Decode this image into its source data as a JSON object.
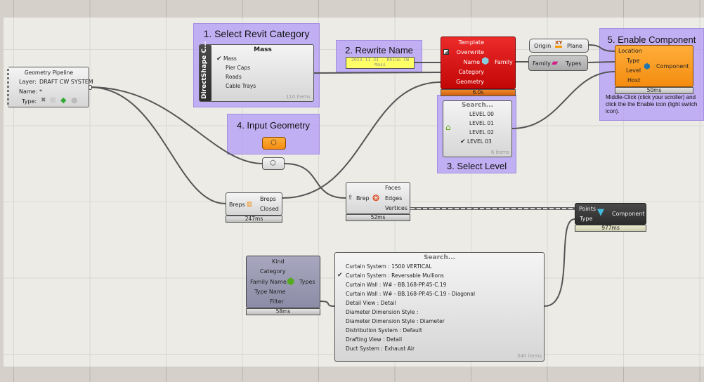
{
  "colors": {
    "canvas": "#ecebe6",
    "group": "#b89cf5",
    "red_component": "#d41010",
    "orange_component": "#f7981c",
    "panel_yellow": "#ffff66"
  },
  "pipeline": {
    "title": "Geometry Pipeline",
    "layer_label": "Layer:",
    "layer_value": "DRAFT CW SYSTEM",
    "name_label": "Name:",
    "name_value": "*",
    "type_label": "Type:"
  },
  "group1": {
    "title": "1. Select Revit Category",
    "side_label": "DirectShape C...",
    "header": "Mass",
    "items": [
      "Mass",
      "Pier Caps",
      "Roads",
      "Cable Trays"
    ],
    "selected": "Mass",
    "count": "110 items"
  },
  "group2": {
    "title": "2. Rewrite Name",
    "panel_text": "2023-11-31 - Rhino CW Mass"
  },
  "family_node": {
    "inputs": [
      "Template",
      "Overwrite",
      "Name",
      "Category",
      "Geometry"
    ],
    "output": "Family",
    "timer": "6.0s"
  },
  "plane_node": {
    "input": "Origin",
    "icon": "XY",
    "output": "Plane"
  },
  "types_node": {
    "input": "Family",
    "output": "Types"
  },
  "group5": {
    "title": "5. Enable Component",
    "inputs": [
      "Location",
      "Type",
      "Level",
      "Host"
    ],
    "output": "Component",
    "timer": "50ms",
    "note": "Middle-Click (click your scroller) and click the the Enable icon (light switch icon)."
  },
  "group4": {
    "title": "4. Input Geometry"
  },
  "group3": {
    "title": "3. Select Level",
    "search": "Search...",
    "items": [
      "LEVEL 00",
      "LEVEL 01",
      "LEVEL 02",
      "LEVEL 03"
    ],
    "selected": "LEVEL 03",
    "count": "6 items"
  },
  "breps_node": {
    "input": "Breps",
    "outputs": [
      "Breps",
      "Closed"
    ],
    "timer": "247ms"
  },
  "deconstruct_node": {
    "input": "Brep",
    "outputs": [
      "Faces",
      "Edges",
      "Vertices"
    ],
    "timer": "52ms"
  },
  "points_node": {
    "inputs": [
      "Points",
      "Type"
    ],
    "output": "Component",
    "timer": "977ms"
  },
  "types_query": {
    "inputs": [
      "Kind",
      "Category",
      "Family Name",
      "Type Name",
      "Filter"
    ],
    "output": "Types",
    "timer": "58ms"
  },
  "type_list": {
    "search": "Search...",
    "items": [
      "Curtain System : 1500 VERTICAL",
      "Curtain System : Reversable Mullions",
      "Curtain Wall : W# - BB.168-PP.45-C.19",
      "Curtain Wall : W# - BB.168-PP.45-C.19 - Diagonal",
      "Detail View : Detail",
      "Diameter Dimension Style :",
      "Diameter Dimension Style : Diameter",
      "Distribution System : Default",
      "Drafting View : Detail",
      "Duct System : Exhaust Air"
    ],
    "selected": "Curtain System : Reversable Mullions",
    "count": "340 items"
  }
}
